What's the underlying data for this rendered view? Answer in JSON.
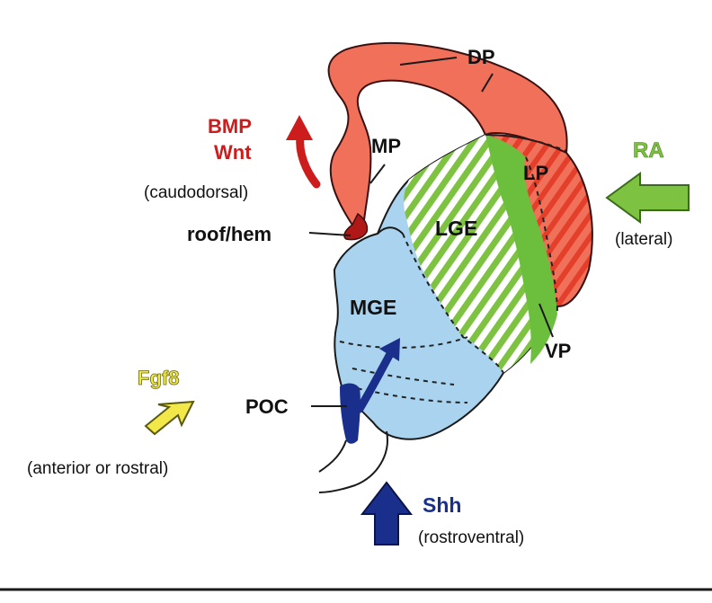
{
  "diagram": {
    "regions": {
      "dp": "DP",
      "mp": "MP",
      "lp": "LP",
      "lge": "LGE",
      "mge": "MGE",
      "vp": "VP",
      "poc": "POC",
      "roof_hem": "roof/hem"
    },
    "signals": {
      "bmp": {
        "line1": "BMP",
        "line2": "Wnt",
        "direction": "(caudodorsal)",
        "color": "#cc1c1c"
      },
      "ra": {
        "label": "RA",
        "direction": "(lateral)",
        "color": "#7ec242"
      },
      "fgf8": {
        "label": "Fgf8",
        "direction": "(anterior or rostral)",
        "color": "#f2e84a"
      },
      "shh": {
        "label": "Shh",
        "direction": "(rostroventral)",
        "color": "#1a2f8c"
      }
    },
    "colors": {
      "pallium": "#f0705a",
      "subpallium": "#a9d3ef",
      "lge_stripe": "#7ec242",
      "vp_band": "#6cbf3c",
      "poc": "#1a2f8c",
      "roof": "#b01818"
    }
  }
}
